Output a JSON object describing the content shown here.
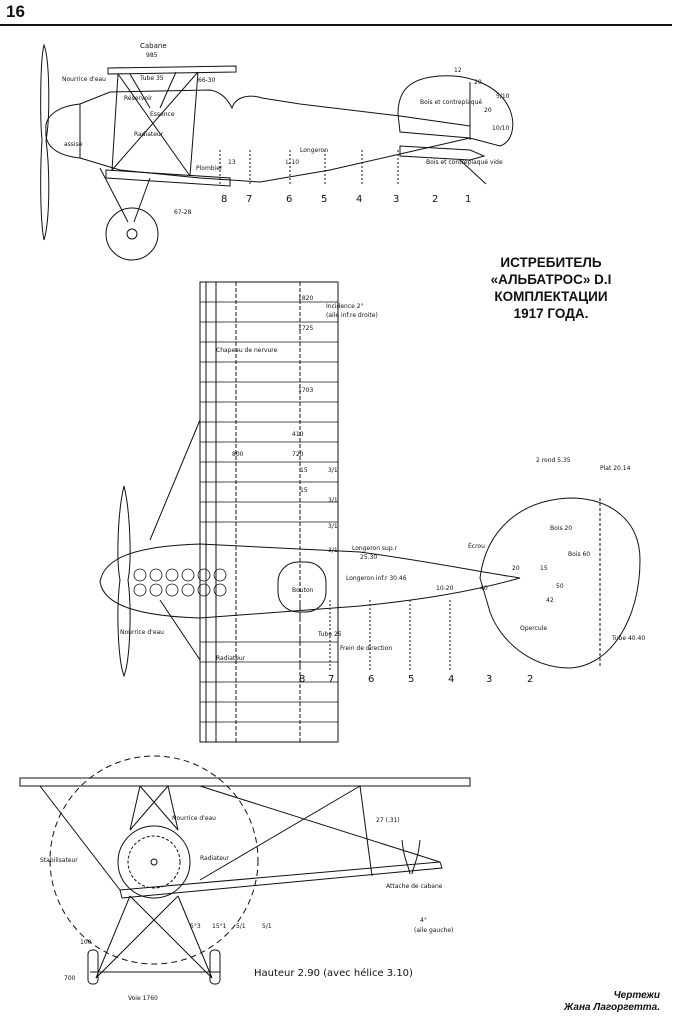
{
  "page": {
    "number": "16",
    "title_lines": [
      "ИСТРЕБИТЕЛЬ",
      "«АЛЬБАТРОС» D.I",
      "КОМПЛЕКТАЦИИ",
      "1917 ГОДА."
    ],
    "credits": [
      "Чертежи",
      "Жана Лагоргетта."
    ]
  },
  "side_view": {
    "labels": {
      "cabane": "Cabane",
      "cabane_dim": "985",
      "nourrice": "Nourrice d'eau",
      "tube": "Tube 35",
      "dim_66_30": "66-30",
      "essence": "Essence",
      "reservoir": "Réservoir",
      "radiateur": "Radiateur",
      "assise": "assise",
      "plombier": "Plombier",
      "longeron": "Longeron",
      "l10": "L-10",
      "bois_contreplaque": "Bois et contreplaqué",
      "bois_contreplaque_vide": "Bois et contreplaqué vide",
      "dim_67_28": "67-28",
      "dim_13": "13",
      "tail_dims": [
        "12",
        "20",
        "5/10",
        "20",
        "10/10"
      ]
    },
    "frame_numbers": [
      "8",
      "7",
      "6",
      "5",
      "4",
      "3",
      "2",
      "1"
    ]
  },
  "plan_view": {
    "labels": {
      "incidence": "Incidence 2°",
      "aile": "(aile inf.re droite)",
      "chapeau": "Chapeau de nervure",
      "longeron_sup": "Longeron sup.r",
      "longeron_sup_dim": "25.30",
      "longeron_inf": "Longeron inf.r 30.46",
      "nourrice": "Nourrice d'eau",
      "tube": "Tube 25",
      "frein": "Frein de direction",
      "ecrou": "Écrou",
      "bois": "Bois 20",
      "bois60": "Bois 60",
      "rond": "2 rond 5.35",
      "plat": "Plat 20.14",
      "tube_tail": "Tube 40.40",
      "opercule": "Opercule",
      "bouton": "Bouton",
      "radiateur": "Radiateur"
    },
    "wing_dims": [
      "1820",
      "1725",
      "1703",
      "410",
      "800",
      "720",
      "15",
      "15",
      "3/1",
      "3/1",
      "3/1",
      "3/1",
      "10-20",
      "40",
      "20",
      "15",
      "50",
      "42"
    ],
    "frame_numbers": [
      "8",
      "7",
      "6",
      "5",
      "4",
      "3",
      "2"
    ]
  },
  "front_view": {
    "labels": {
      "nourrice": "Nourrice d'eau",
      "stabilisateur": "Stabilisateur",
      "radiateur": "Radiateur",
      "dim_27": "27 (.31)",
      "attache": "Attache de cabane",
      "aile_gauche": "(aile gauche)",
      "angle": "4°",
      "dims": [
        "5°3",
        "15°1",
        "5/1",
        "5/1"
      ],
      "voie": "Voie 1760",
      "dim_700": "700",
      "dim_100": "100",
      "hauteur": "Hauteur 2.90 (avec hélice 3.10)"
    }
  }
}
